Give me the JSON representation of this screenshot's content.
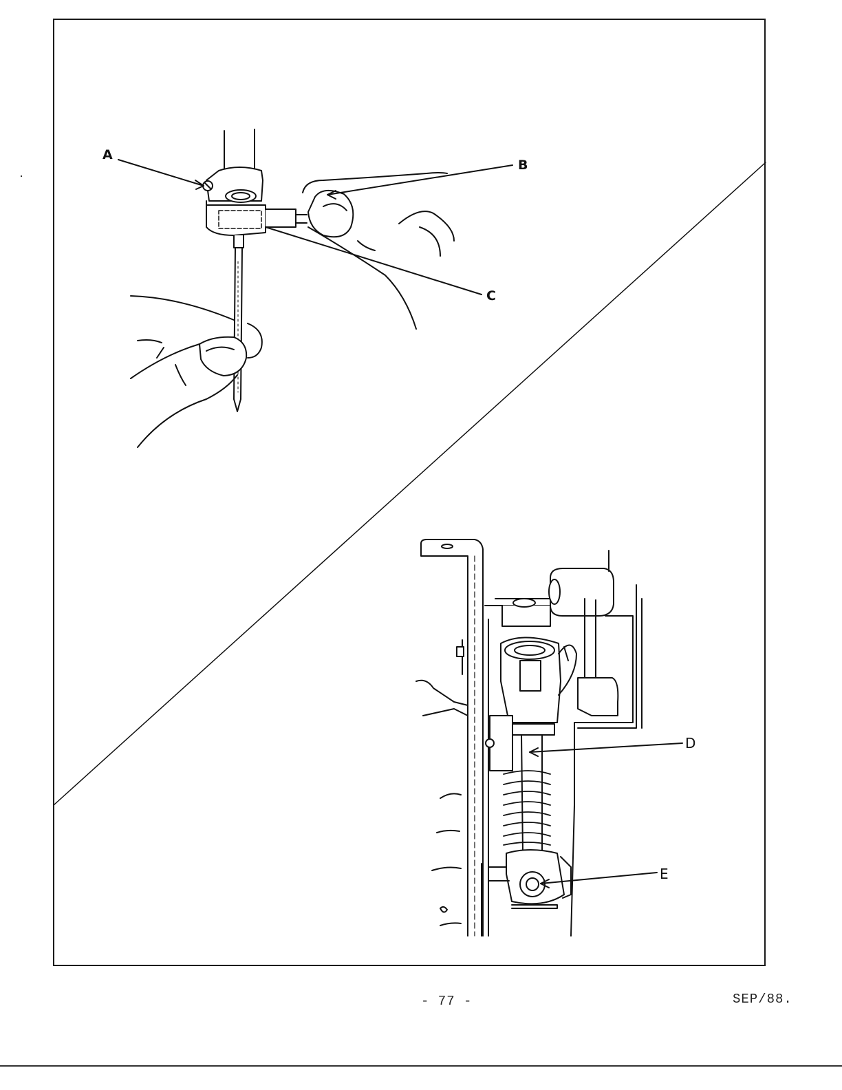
{
  "figure": {
    "top_illustration": "needle-clamp-and-hands",
    "bottom_illustration": "presser-bar-assembly",
    "callouts": {
      "a": "A",
      "b": "B",
      "c": "C",
      "d": "D",
      "e": "E"
    }
  },
  "footer": {
    "page_number": "- 77 -",
    "date": "SEP/88."
  },
  "colors": {
    "ink": "#111111",
    "paper": "#ffffff"
  }
}
